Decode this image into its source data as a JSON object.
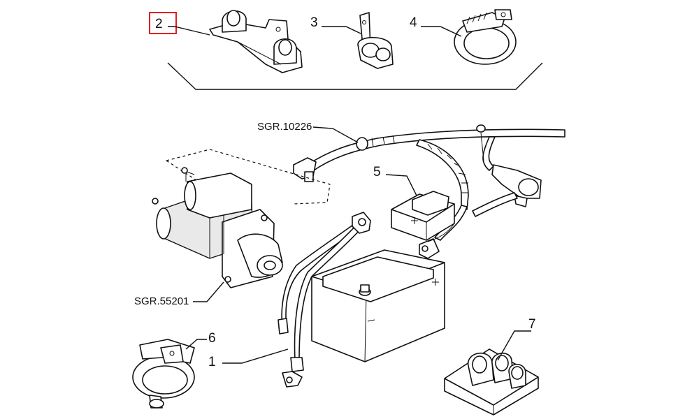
{
  "callouts": {
    "c1": "1",
    "c2": "2",
    "c3": "3",
    "c4": "4",
    "c5": "5",
    "c6": "6",
    "c7": "7"
  },
  "references": {
    "harness": "SGR.10226",
    "starter": "SGR.55201"
  },
  "highlight": {
    "color": "#e02020",
    "target": "2"
  }
}
